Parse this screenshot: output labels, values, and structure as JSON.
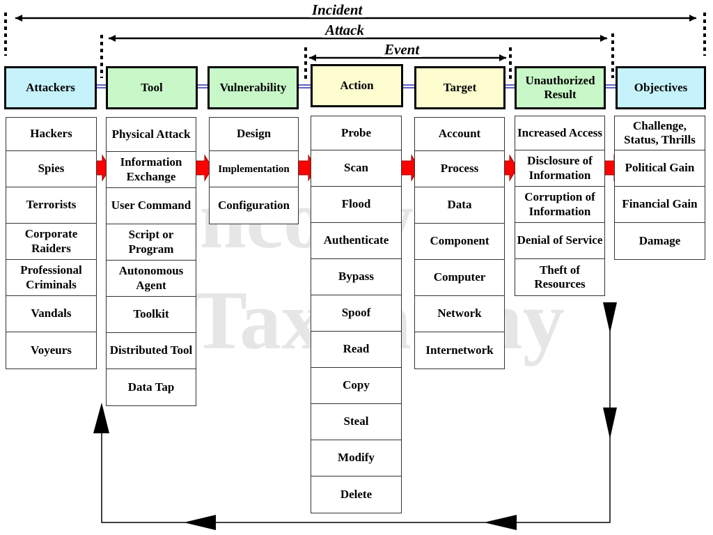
{
  "spans": {
    "incident": "Incident",
    "attack": "Attack",
    "event": "Event"
  },
  "watermark": {
    "line1": "Inco-wo",
    "line2": "Taxonomy"
  },
  "columns": [
    {
      "header": "Attackers",
      "header_color": "#c6f2fb",
      "items": [
        "Hackers",
        "Spies",
        "Terrorists",
        "Corporate Raiders",
        "Professional Criminals",
        "Vandals",
        "Voyeurs"
      ]
    },
    {
      "header": "Tool",
      "header_color": "#c8f8c8",
      "items": [
        "Physical Attack",
        "Information Exchange",
        "User Command",
        "Script or Program",
        "Autonomous Agent",
        "Toolkit",
        "Distributed Tool",
        "Data Tap"
      ]
    },
    {
      "header": "Vulnerability",
      "header_color": "#c8f8c8",
      "items": [
        "Design",
        "Implementation",
        "Configuration"
      ]
    },
    {
      "header": "Action",
      "header_color": "#fdfdcf",
      "items": [
        "Probe",
        "Scan",
        "Flood",
        "Authenticate",
        "Bypass",
        "Spoof",
        "Read",
        "Copy",
        "Steal",
        "Modify",
        "Delete"
      ]
    },
    {
      "header": "Target",
      "header_color": "#fdfdcf",
      "items": [
        "Account",
        "Process",
        "Data",
        "Component",
        "Computer",
        "Network",
        "Internetwork"
      ]
    },
    {
      "header": "Unauthorized Result",
      "header_color": "#c8f8c8",
      "items": [
        "Increased Access",
        "Disclosure of Information",
        "Corruption of Information",
        "Denial of Service",
        "Theft of Resources"
      ]
    },
    {
      "header": "Objectives",
      "header_color": "#c6f2fb",
      "items": [
        "Challenge, Status, Thrills",
        "Political Gain",
        "Financial Gain",
        "Damage"
      ]
    }
  ],
  "colors": {
    "flow_arrow": "#ff0000",
    "connector": "#2b2bb0",
    "line": "#000000"
  }
}
